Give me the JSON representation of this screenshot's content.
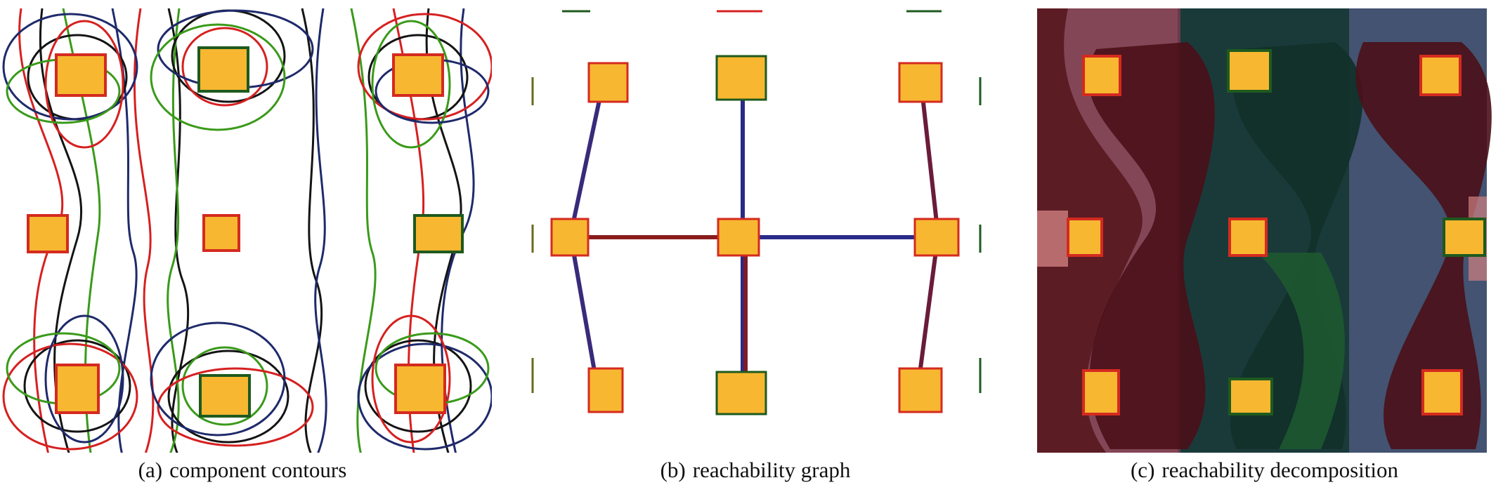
{
  "colors": {
    "component_fill": "#f7b731",
    "component_edge_red": "#d42a1f",
    "component_edge_green": "#1e5a1e",
    "contour_red": "#d62020",
    "contour_green": "#3a9a1a",
    "contour_navy": "#1f2a6b",
    "contour_black": "#141414",
    "edge_red": "#8a1c1c",
    "edge_blue": "#2a2a8a"
  },
  "panels": [
    {
      "id": "a",
      "letter": "(a)",
      "caption": "component contours"
    },
    {
      "id": "b",
      "letter": "(b)",
      "caption": "reachability graph"
    },
    {
      "id": "c",
      "letter": "(c)",
      "caption": "reachability decomposition"
    }
  ]
}
